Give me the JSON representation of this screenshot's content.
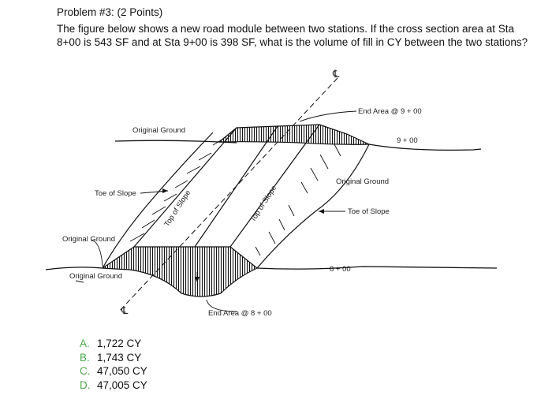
{
  "problem": {
    "title": "Problem #3: (2 Points)",
    "question": "The figure below shows a new road module between two stations. If the cross section area at Sta 8+00 is 543 SF and at Sta 9+00 is 398 SF, what is the volume of fill in CY between the two stations?"
  },
  "figure": {
    "labels": {
      "centerline_top": "℄",
      "centerline_bottom": "℄",
      "end_area_9": "End Area @ 9 + 00",
      "station_9": "9 + 00",
      "original_ground_top": "Original Ground",
      "original_ground_mid_right": "Original Ground",
      "toe_of_slope_left": "Toe of Slope",
      "toe_of_slope_right": "Toe of Slope",
      "top_of_slope_left": "Top of Slope",
      "top_of_slope_right": "Top of Slope",
      "original_ground_left": "Original Ground",
      "original_ground_bottom": "Original Ground",
      "station_8": "8 + 00",
      "end_area_8": "End Area @ 8 + 00"
    }
  },
  "choices": [
    {
      "letter": "A.",
      "text": "1,722 CY"
    },
    {
      "letter": "B.",
      "text": "1,743 CY"
    },
    {
      "letter": "C.",
      "text": "47,050 CY"
    },
    {
      "letter": "D.",
      "text": "47,005 CY"
    }
  ]
}
